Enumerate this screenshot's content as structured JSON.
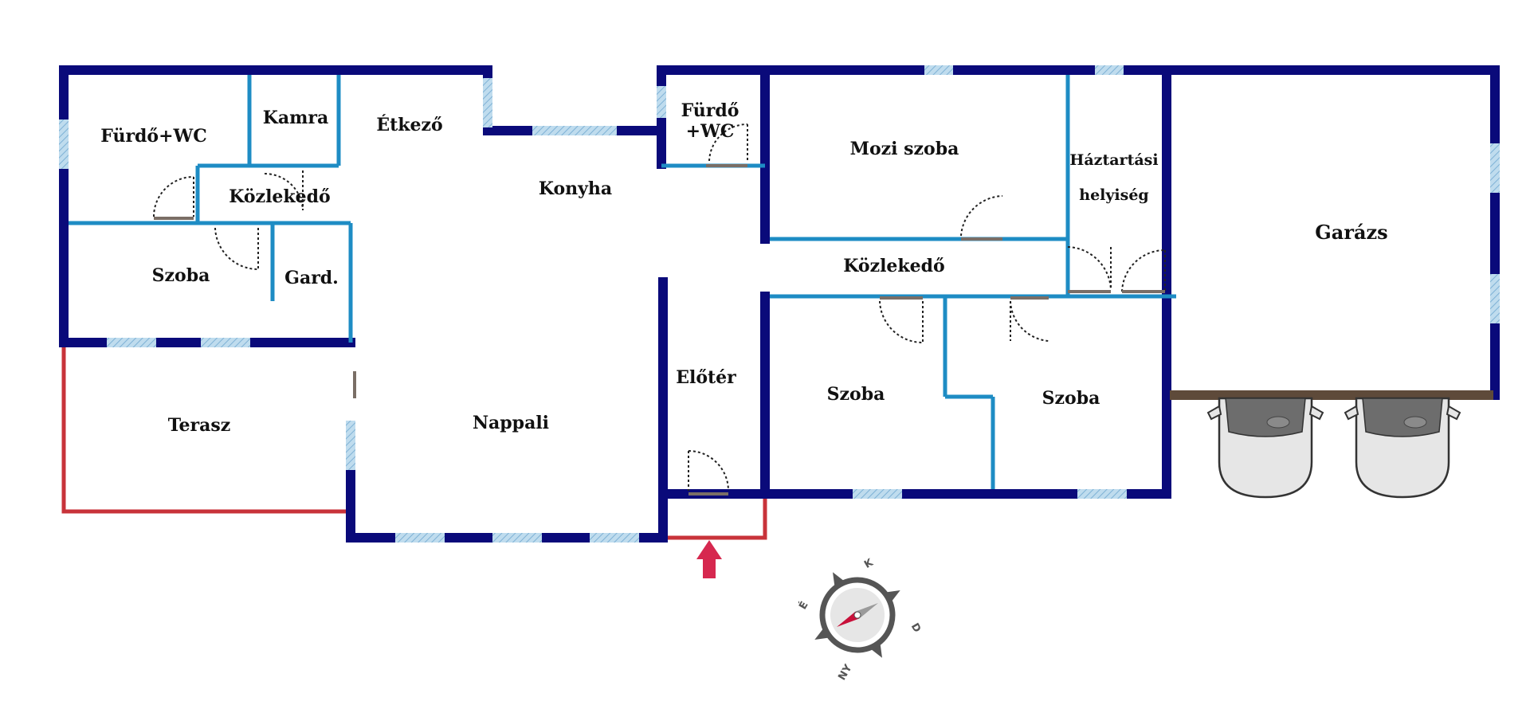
{
  "floorplan": {
    "colors": {
      "outer_wall": "#0a0a7a",
      "inner_wall": "#1e8cc4",
      "window": "#a9cfe6",
      "terrace_outline": "#c8333a",
      "garage_beam": "#5e4a3a",
      "door_arc": "#222222",
      "entrance_arrow": "#d6284f",
      "compass_needle": "#c8103a"
    },
    "rooms": {
      "furdo_wc_1": "Fürdő+WC",
      "kamra": "Kamra",
      "etkezo": "Étkező",
      "furdo_wc_2_line1": "Fürdő",
      "furdo_wc_2_line2": "+WC",
      "mozi_szoba": "Mozi szoba",
      "haztartasi_line1": "Háztartási",
      "haztartasi_line2": "helyiség",
      "garazs": "Garázs",
      "kozlekedo_1": "Közlekedő",
      "konyha": "Konyha",
      "szoba_1": "Szoba",
      "gard": "Gard.",
      "kozlekedo_2": "Közlekedő",
      "terasz": "Terasz",
      "nappali": "Nappali",
      "eloter": "Előtér",
      "szoba_2": "Szoba",
      "szoba_3": "Szoba"
    },
    "compass": {
      "north": "K",
      "east": "D",
      "south": "NY",
      "west": "É"
    },
    "icons": {
      "entrance": "entrance-arrow-icon",
      "compass": "compass-icon",
      "car": "car-icon"
    }
  }
}
